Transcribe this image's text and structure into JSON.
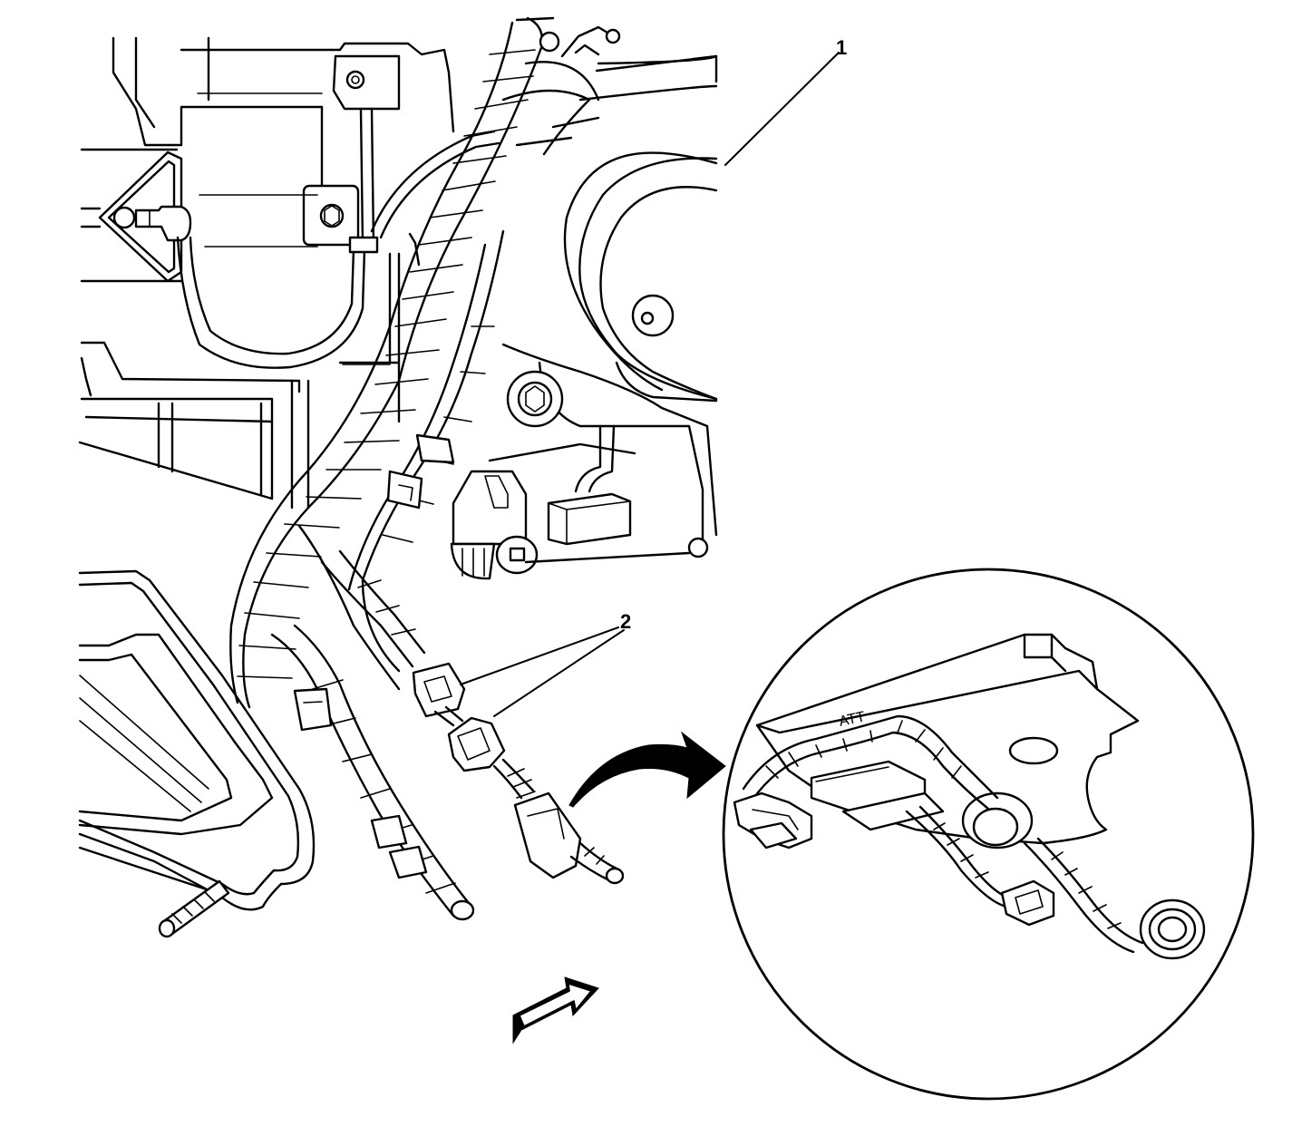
{
  "callouts": [
    {
      "id": "1",
      "label": "1"
    },
    {
      "id": "2",
      "label": "2"
    }
  ],
  "detail_view": {
    "embossed_text": "ATT"
  },
  "colors": {
    "line": "#000000",
    "background": "#ffffff"
  }
}
